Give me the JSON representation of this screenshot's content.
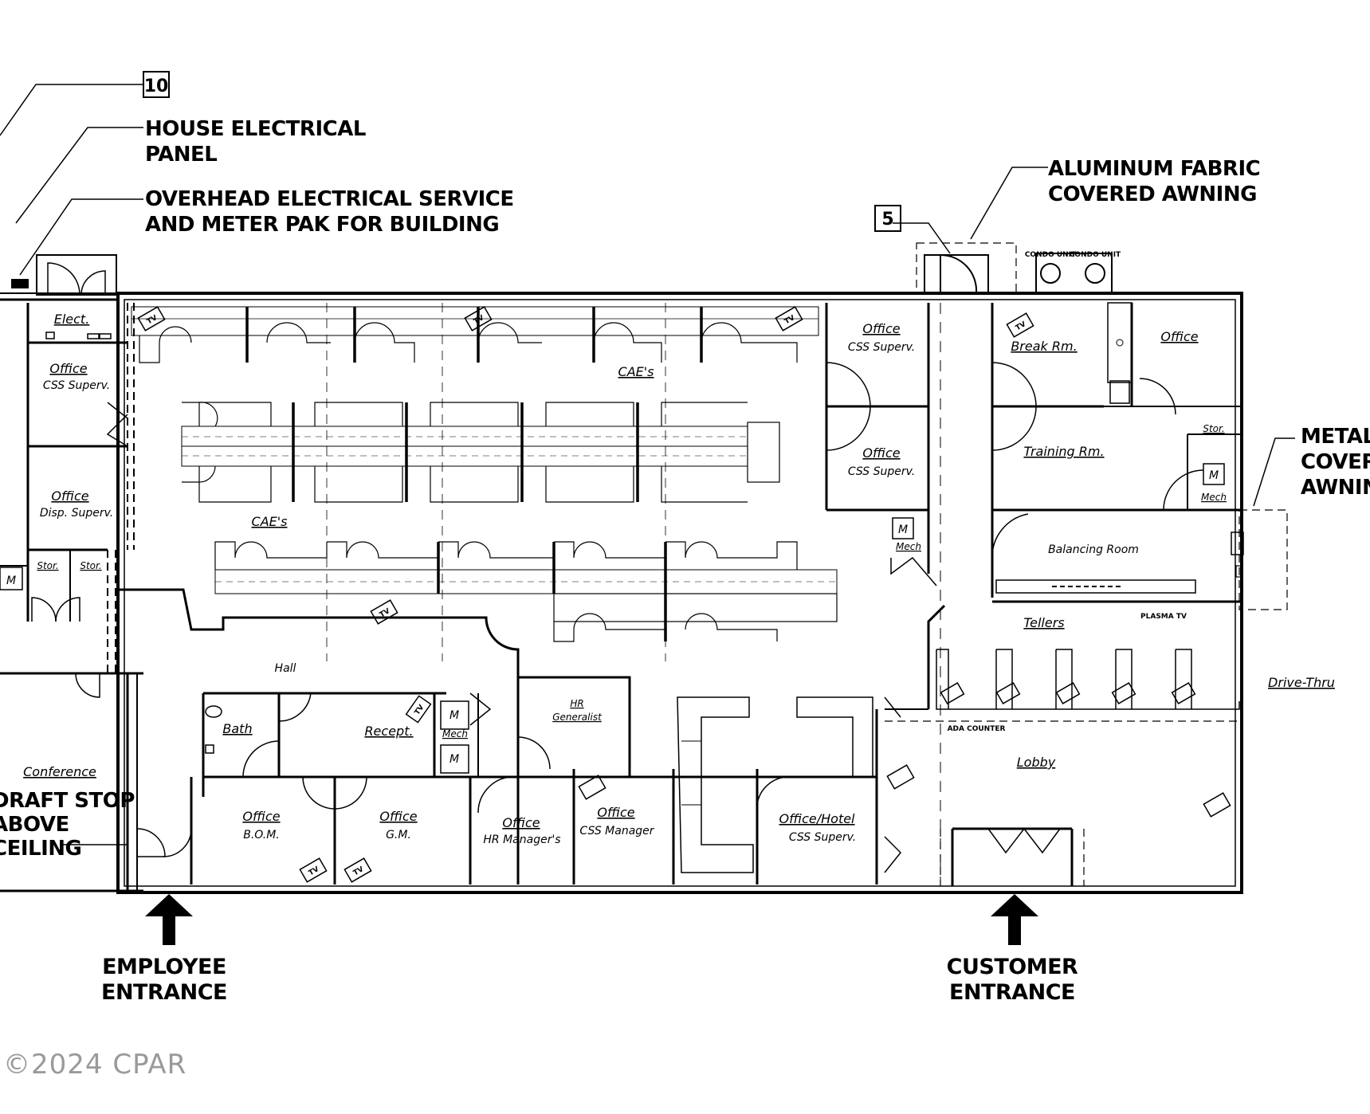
{
  "callouts": {
    "tag_10": "10",
    "house_panel_1": "HOUSE ELECTRICAL",
    "house_panel_2": "PANEL",
    "overhead_1": "OVERHEAD ELECTRICAL SERVICE",
    "overhead_2": "AND METER PAK FOR BUILDING",
    "tag_5": "5",
    "awning_1": "ALUMINUM FABRIC",
    "awning_2": "COVERED AWNING",
    "metal_1": "METAL",
    "metal_2": "COVER",
    "metal_3": "AWNING",
    "draft_1": "DRAFT STOP",
    "draft_2": "ABOVE",
    "draft_3": "CEILING"
  },
  "rooms": {
    "elect": "Elect.",
    "office": "Office",
    "css_superv": "CSS Superv.",
    "disp_superv": "Disp. Superv.",
    "stor": "Stor.",
    "mech": "Mech",
    "conference": "Conference",
    "caes": "CAE's",
    "hall": "Hall",
    "bath": "Bath",
    "recept": "Recept.",
    "hr": "HR",
    "generalist": "Generalist",
    "bom": "B.O.M.",
    "gm": "G.M.",
    "hr_managers": "HR Manager's",
    "css_manager": "CSS Manager",
    "office_hotel": "Office/Hotel",
    "break_rm": "Break Rm.",
    "training_rm": "Training Rm.",
    "balancing_room": "Balancing Room",
    "plasma_tv": "PLASMA TV",
    "tellers": "Tellers",
    "lobby": "Lobby",
    "ada_counter": "ADA COUNTER",
    "drive_thru": "Drive-Thru",
    "tv": "TV",
    "condo_unit": "CONDO UNIT",
    "m": "M"
  },
  "entrances": {
    "employee_1": "EMPLOYEE",
    "employee_2": "ENTRANCE",
    "customer_1": "CUSTOMER",
    "customer_2": "ENTRANCE"
  },
  "watermark": "©2024 CPAR"
}
